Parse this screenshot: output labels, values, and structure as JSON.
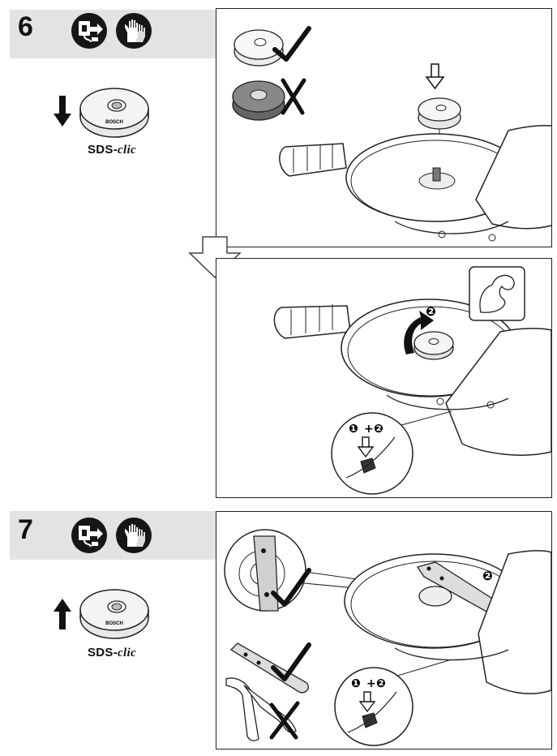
{
  "steps": [
    {
      "number": "6",
      "direction": "down"
    },
    {
      "number": "7",
      "direction": "up"
    }
  ],
  "caption": {
    "prefix": "SDS-",
    "suffix": "clic"
  },
  "nut": {
    "brand_text": "BOSCH",
    "model_text": "SDS-clic"
  },
  "labels": {
    "one": "❶",
    "plus": "+",
    "two": "❷"
  },
  "icons": {
    "unplug": "unplug-icon",
    "gloves": "gloves-icon",
    "arrow_down": "arrow-down-icon",
    "arrow_up": "arrow-up-icon",
    "check": "check-icon",
    "cross": "cross-icon",
    "muscle": "muscle-arm-icon",
    "rotate": "rotate-arrow-icon"
  },
  "colors": {
    "band": "#e3e3e3",
    "badge": "#161616",
    "line": "#222222"
  }
}
